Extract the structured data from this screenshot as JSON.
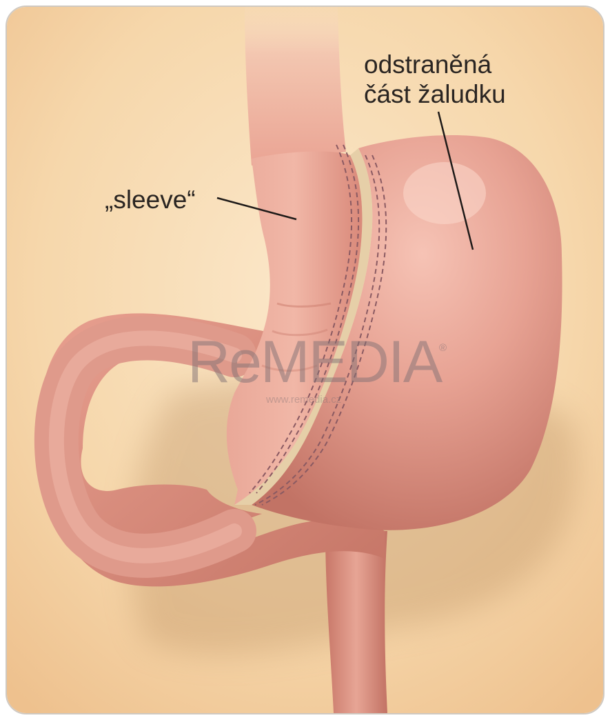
{
  "labels": {
    "removed_part_line1": "odstraněná",
    "removed_part_line2": "část žaludku",
    "sleeve": "„sleeve“"
  },
  "watermark": {
    "brand": "ReMEDIA",
    "registered": "®",
    "url": "www.remedia.cz"
  },
  "colors": {
    "background": "#f4d2a4",
    "tissue": "#d98c7e",
    "tissue_dark": "#b8685c",
    "tissue_light": "#f0b0a0",
    "leader_line": "#1e1a18"
  }
}
